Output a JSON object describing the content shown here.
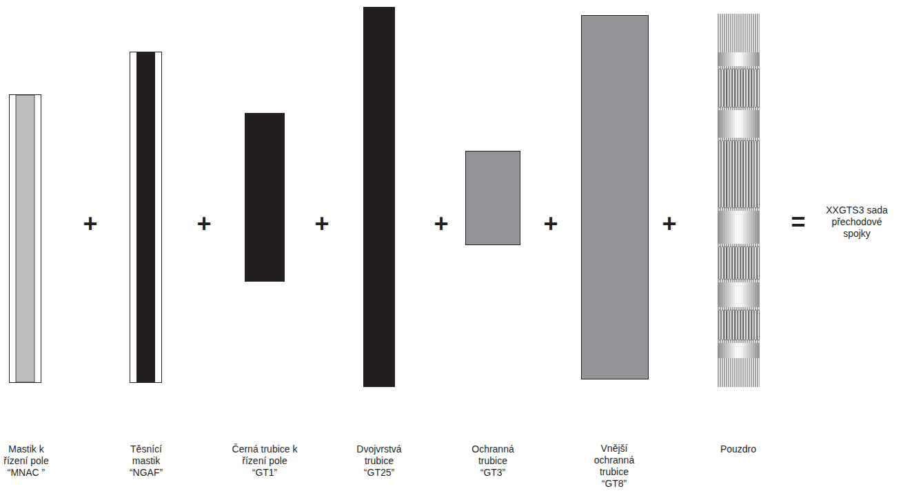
{
  "diagram": {
    "labels": [
      "+",
      "+",
      "+",
      "+",
      "+",
      "+",
      "=",
      "XXGTS3 sada přechodové spojky",
      "Mastik k řízení pole “MNAC ”",
      "Těsnící mastik “NGAF”",
      "Černá trubice k řízení pole “GT1”",
      "Dvojvrstvá trubice “GT25”",
      "Ochranná trubice “GT3”",
      "Vnější ochranná trubice “GT8”",
      "Pouzdro"
    ]
  }
}
